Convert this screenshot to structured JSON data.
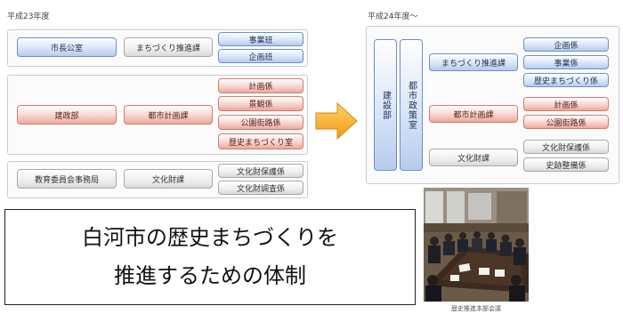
{
  "left": {
    "period": "平成23年度",
    "row1": {
      "main": "市長公室",
      "section": "まちづくり推進課",
      "units": [
        "事業班",
        "企画班"
      ]
    },
    "row2": {
      "main": "建政部",
      "section": "都市計画課",
      "units": [
        "計画係",
        "景観係",
        "公園街路係",
        "歴史まちづくり室"
      ]
    },
    "row3": {
      "main": "教育委員会事務局",
      "section": "文化財課",
      "units": [
        "文化財保護係",
        "文化財調査係"
      ]
    }
  },
  "right": {
    "period": "平成24年度～",
    "dept1": "建設部",
    "dept2": "都市政策室",
    "row1": {
      "section": "まちづくり推進課",
      "units": [
        "企画係",
        "事業係",
        "歴史まちづくり係"
      ]
    },
    "row2": {
      "section": "都市計画課",
      "units": [
        "計画係",
        "公園街路係"
      ]
    },
    "row3": {
      "section": "文化財課",
      "units": [
        "文化財保護係",
        "史跡整備係"
      ]
    }
  },
  "caption": {
    "line1": "白河市の歴史まちづくりを",
    "line2": "推進するための体制"
  },
  "photo": {
    "caption": "歴史推進本部会議"
  },
  "colors": {
    "blue": "#b6cbec",
    "red": "#eaa99b",
    "gray": "#d9d9d9",
    "arrow": "#f3a81b"
  }
}
